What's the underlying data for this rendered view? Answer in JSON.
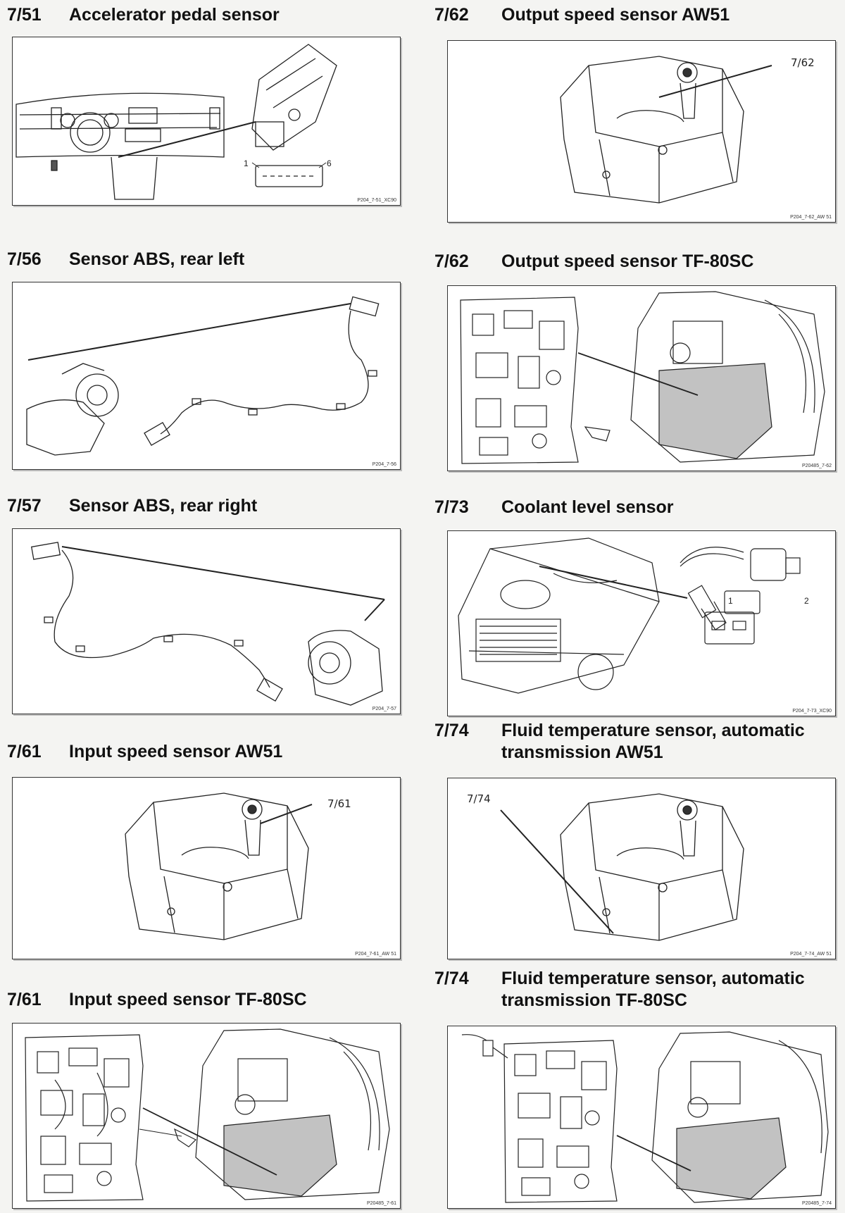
{
  "sections": [
    {
      "code": "7/51",
      "title": "Accelerator pedal sensor",
      "ref": "P204_7-51_XC90",
      "pins": [
        "1",
        "6"
      ]
    },
    {
      "code": "7/56",
      "title": "Sensor ABS, rear left",
      "ref": "P204_7-56"
    },
    {
      "code": "7/57",
      "title": "Sensor ABS, rear right",
      "ref": "P204_7-57"
    },
    {
      "code": "7/61",
      "title": "Input speed sensor AW51",
      "ref": "P204_7-61_AW 51",
      "callout": "7/61"
    },
    {
      "code": "7/61",
      "title": "Input speed sensor TF-80SC",
      "ref": "P20485_7-61"
    },
    {
      "code": "7/62",
      "title": "Output speed sensor AW51",
      "ref": "P204_7-62_AW 51",
      "callout": "7/62"
    },
    {
      "code": "7/62",
      "title": "Output speed sensor TF-80SC",
      "ref": "P20485_7-62"
    },
    {
      "code": "7/73",
      "title": "Coolant level sensor",
      "ref": "P204_7-73_XC90",
      "pins": [
        "1",
        "2"
      ]
    },
    {
      "code": "7/74",
      "title": "Fluid temperature sensor, automatic",
      "title2": "transmission AW51",
      "ref": "P204_7-74_AW 51",
      "callout": "7/74"
    },
    {
      "code": "7/74",
      "title": "Fluid temperature sensor, automatic",
      "title2": "transmission TF-80SC",
      "ref": "P20485_7-74"
    }
  ]
}
